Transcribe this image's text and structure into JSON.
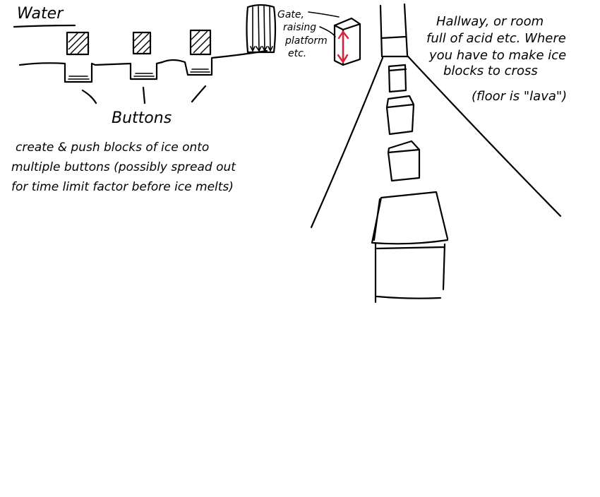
{
  "labels": {
    "water": "Water",
    "buttons": "Buttons",
    "gate_line1": "Gate,",
    "gate_line2": "raising",
    "gate_line3": "platform",
    "gate_line4": "etc.",
    "hall_line1": "Hallway, or room",
    "hall_line2": "full of acid etc. Where",
    "hall_line3": "you have to make ice",
    "hall_line4": "blocks to cross",
    "hall_line5": "(floor is \"lava\")",
    "desc_line1": "create & push blocks of ice onto",
    "desc_line2": "multiple buttons (possibly spread out",
    "desc_line3": "for time limit factor before ice melts)"
  },
  "colors": {
    "ink": "#000000",
    "arrow": "#d9213a",
    "paper": "#ffffff"
  }
}
